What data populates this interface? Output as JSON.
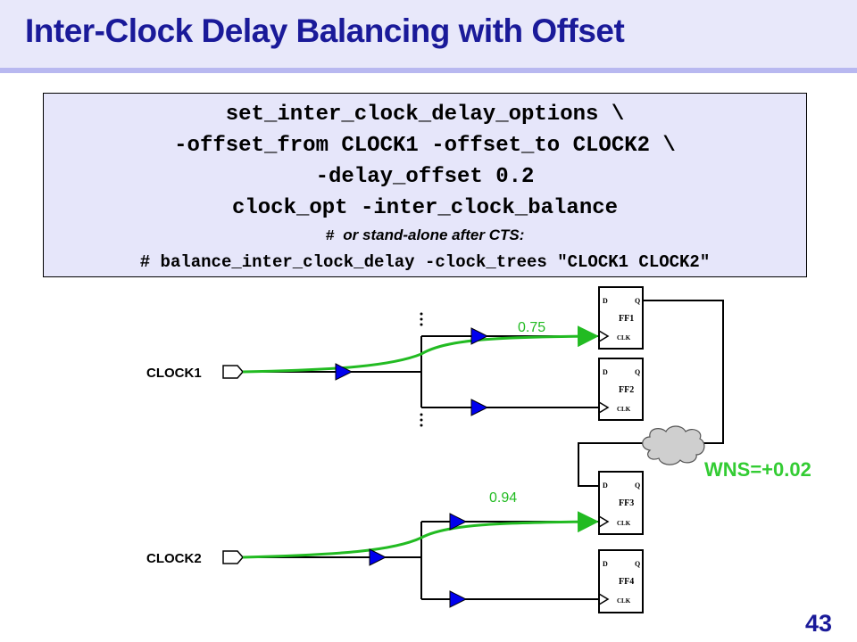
{
  "title": "Inter-Clock Delay Balancing with Offset",
  "code": {
    "line1": "set_inter_clock_delay_options \\",
    "line2": "-offset_from CLOCK1 -offset_to CLOCK2 \\",
    "line3": "-delay_offset 0.2",
    "line4": "clock_opt -inter_clock_balance",
    "comment_hash": "#",
    "comment": "or stand-alone after CTS:",
    "line6": "# balance_inter_clock_delay -clock_trees \"CLOCK1 CLOCK2\""
  },
  "diagram": {
    "clock1": "CLOCK1",
    "clock2": "CLOCK2",
    "delay1": "0.75",
    "delay2": "0.94",
    "wns": "WNS=+0.02",
    "ff": [
      {
        "name": "FF1"
      },
      {
        "name": "FF2"
      },
      {
        "name": "FF3"
      },
      {
        "name": "FF4"
      }
    ],
    "pin_d": "D",
    "pin_q": "Q",
    "pin_clk": "CLK",
    "colors": {
      "highlight": "#22bb22",
      "buffer": "#0000ee",
      "title": "#1a1a99"
    }
  },
  "page_number": "43"
}
